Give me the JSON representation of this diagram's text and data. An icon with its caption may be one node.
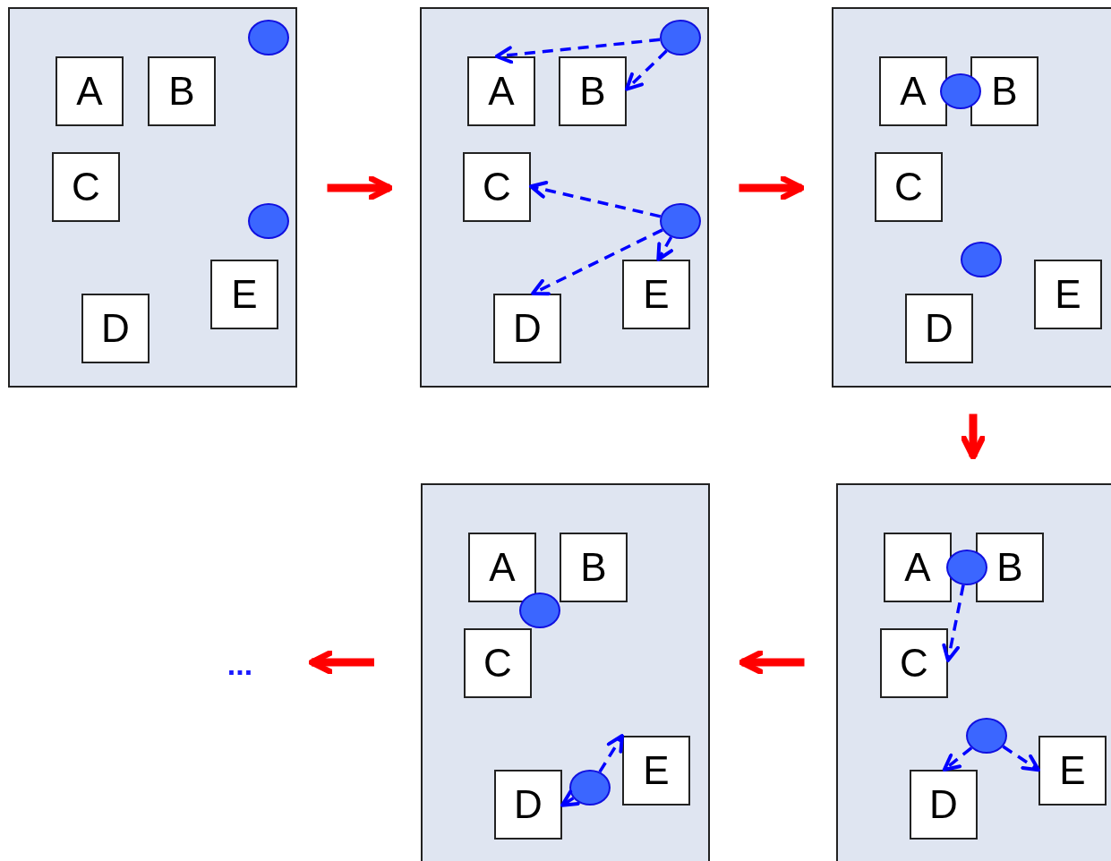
{
  "diagram": {
    "nodes": [
      {
        "text": [],
        "shape": "box"
      },
      {
        "text": [
          "A"
        ],
        "in": 0
      },
      {
        "text": [
          "B"
        ],
        "in": 0
      },
      {
        "text": [
          "C"
        ],
        "in": 0
      },
      {
        "text": [
          "D"
        ],
        "in": 0
      },
      {
        "text": [
          "E"
        ],
        "in": 0
      },
      {
        "text": [],
        "shape": "circle",
        "in": 0
      },
      {
        "text": [],
        "shape": "circle",
        "in": 0
      },
      {
        "text": [],
        "shape": "box"
      },
      {
        "text": [
          "A"
        ],
        "in": 8
      },
      {
        "text": [
          "B"
        ],
        "in": 8
      },
      {
        "text": [
          "C"
        ],
        "in": 8
      },
      {
        "text": [
          "D"
        ],
        "in": 8
      },
      {
        "text": [
          "E"
        ],
        "in": 8
      },
      {
        "text": [],
        "shape": "circle",
        "in": 8
      },
      {
        "text": [],
        "shape": "circle",
        "in": 8
      },
      {
        "text": [],
        "shape": "box"
      },
      {
        "text": [
          "A"
        ],
        "in": 16
      },
      {
        "text": [
          "B"
        ],
        "in": 16
      },
      {
        "text": [
          "C"
        ],
        "in": 16
      },
      {
        "text": [
          "D"
        ],
        "in": 16
      },
      {
        "text": [
          "E"
        ],
        "in": 16
      },
      {
        "text": [],
        "shape": "circle",
        "in": 16
      },
      {
        "text": [],
        "shape": "circle",
        "in": 16
      },
      {
        "text": [],
        "shape": "box"
      },
      {
        "text": [
          "A"
        ],
        "in": 24
      },
      {
        "text": [
          "B"
        ],
        "in": 24
      },
      {
        "text": [
          "C"
        ],
        "in": 24
      },
      {
        "text": [
          "D"
        ],
        "in": 24
      },
      {
        "text": [
          "E"
        ],
        "in": 24
      },
      {
        "text": [],
        "shape": "circle",
        "in": 24
      },
      {
        "text": [],
        "shape": "circle",
        "in": 24
      },
      {
        "text": [],
        "shape": "box"
      },
      {
        "text": [
          "A"
        ],
        "in": 32
      },
      {
        "text": [
          "B"
        ],
        "in": 32
      },
      {
        "text": [
          "C"
        ],
        "in": 32
      },
      {
        "text": [
          "D"
        ],
        "in": 32
      },
      {
        "text": [
          "E"
        ],
        "in": 32
      },
      {
        "text": [],
        "shape": "circle",
        "in": 32
      },
      {
        "text": [],
        "shape": "circle",
        "in": 32
      },
      {
        "text": [
          "..."
        ]
      }
    ],
    "edges": [
      {
        "from": 0,
        "to": 8,
        "arrow": "to",
        "style": "thick",
        "color": "#ff0000"
      },
      {
        "from": 8,
        "to": 16,
        "arrow": "to",
        "style": "thick",
        "color": "#ff0000"
      },
      {
        "from": 16,
        "to": 24,
        "arrow": "to",
        "style": "thick",
        "color": "#ff0000"
      },
      {
        "from": 24,
        "to": 32,
        "arrow": "to",
        "style": "thick",
        "color": "#ff0000"
      },
      {
        "from": 32,
        "to": 40,
        "arrow": "to",
        "style": "thick",
        "color": "#ff0000"
      },
      {
        "from": 14,
        "to": 9,
        "arrow": "to",
        "style": "dashed"
      },
      {
        "from": 14,
        "to": 10,
        "arrow": "to",
        "style": "dashed"
      },
      {
        "from": 15,
        "to": 11,
        "arrow": "to",
        "style": "dashed"
      },
      {
        "from": 15,
        "to": 12,
        "arrow": "to",
        "style": "dashed"
      },
      {
        "from": 15,
        "to": 13,
        "arrow": "to",
        "style": "dashed"
      },
      {
        "from": 30,
        "to": 27,
        "arrow": "to",
        "style": "dashed"
      },
      {
        "from": 31,
        "to": 28,
        "arrow": "to",
        "style": "dashed"
      },
      {
        "from": 31,
        "to": 29,
        "arrow": "to",
        "style": "dashed"
      },
      {
        "from": 39,
        "to": 36,
        "arrow": "to",
        "style": "dashed"
      },
      {
        "from": 39,
        "to": 37,
        "arrow": "to",
        "style": "dashed"
      }
    ]
  }
}
